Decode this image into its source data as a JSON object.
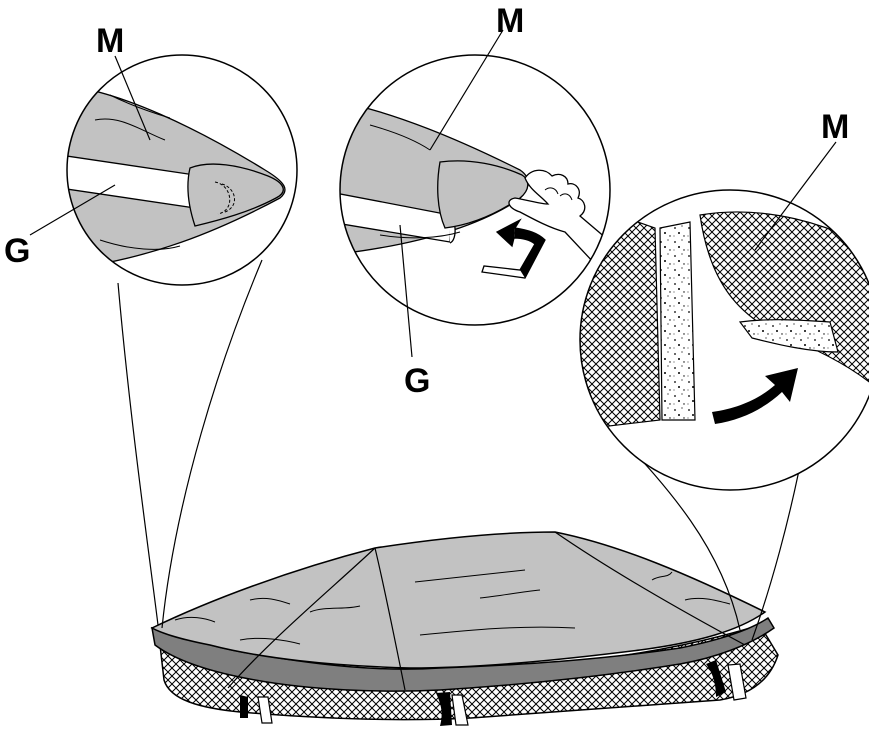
{
  "labels": {
    "m_left": "M",
    "g_left": "G",
    "m_middle": "M",
    "g_middle": "G",
    "m_right": "M"
  },
  "colors": {
    "cover": "#c2c2c2",
    "cover_edge": "#7f7f7f",
    "ink": "#000000",
    "pole": "#ffffff",
    "net": "#000000"
  },
  "icons": {
    "arrow_middle": "curved-arrow-up-icon",
    "arrow_right": "curved-arrow-right-icon",
    "hand": "hand-icon"
  }
}
